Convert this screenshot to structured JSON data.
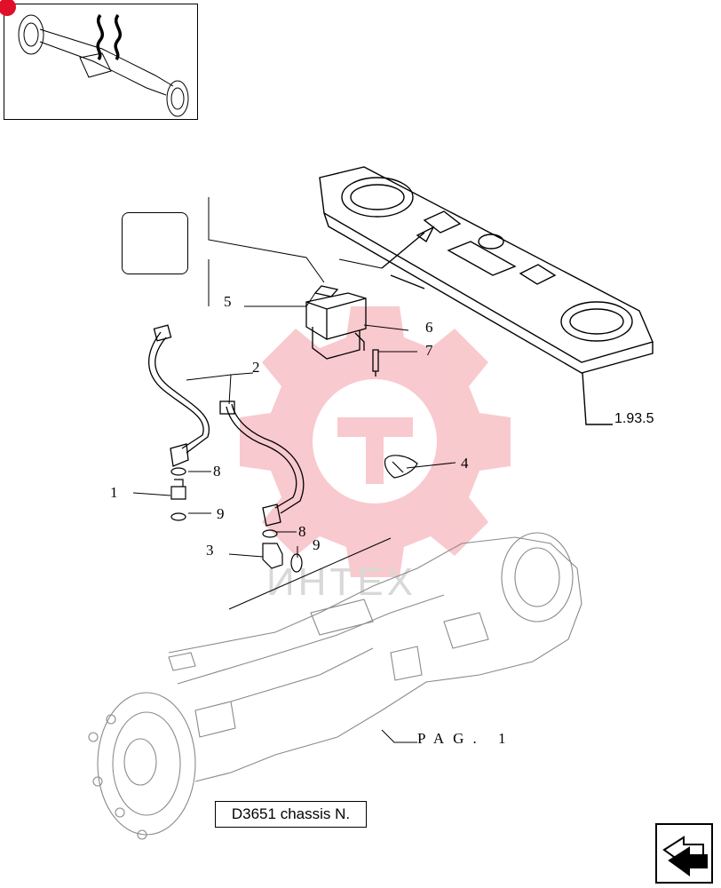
{
  "callouts": {
    "c1": "1",
    "c2": "2",
    "c3": "3",
    "c4": "4",
    "c5": "5",
    "c6": "6",
    "c7": "7",
    "c8a": "8",
    "c8b": "8",
    "c9a": "9",
    "c9b": "9"
  },
  "reference": "1.93.5",
  "page_ref": "PAG. 1",
  "chassis_label": "D3651 chassis N.",
  "watermark": "ИНТЕХ",
  "icons": {
    "thumbnail": "axle-thumbnail-icon",
    "four-wheel-drive": "4wd-symbol-icon",
    "next-page": "next-page-arrow-icon"
  },
  "colors": {
    "line": "#000000",
    "accent": "#e0102a",
    "watermark": "#f3a0a6"
  }
}
